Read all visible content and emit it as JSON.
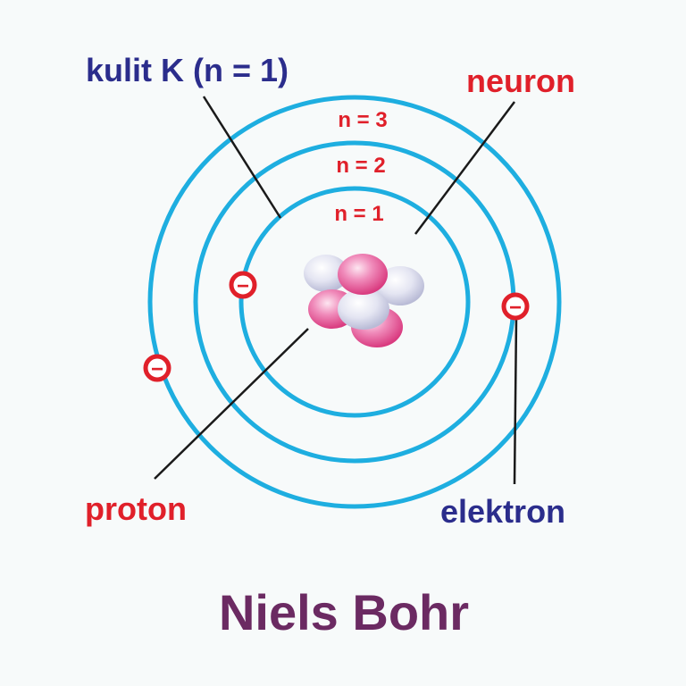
{
  "labels": {
    "shell_k": "kulit K (n = 1)",
    "neuron": "neuron",
    "proton": "proton",
    "electron": "elektron",
    "n3": "n = 3",
    "n2": "n = 2",
    "n1": "n = 1"
  },
  "title": "Niels Bohr",
  "electron_symbol": "−",
  "colors": {
    "orbit": "#1eaee0",
    "label_red": "#e0202a",
    "label_blue": "#2b2d8c",
    "title": "#6b2a62",
    "proton": "#e24c8f",
    "neutron": "#d6d8ea",
    "line": "#1a1a1a"
  }
}
